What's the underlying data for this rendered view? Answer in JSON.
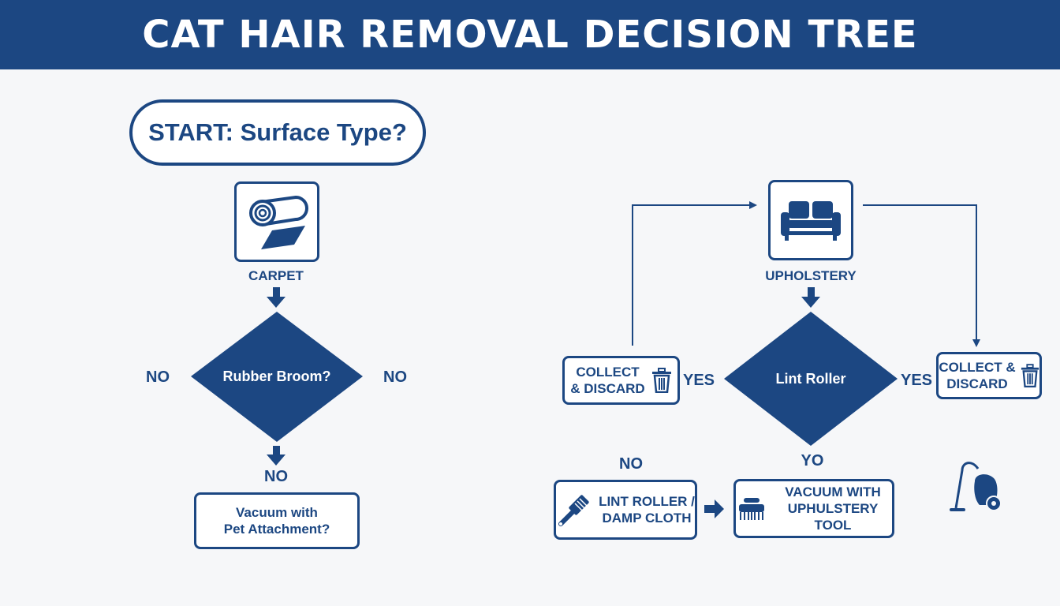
{
  "title": "CAT HAIR REMOVAL DECISION TREE",
  "colors": {
    "primary": "#1c4782",
    "background": "#f6f7f9",
    "header_text": "#ffffff"
  },
  "start": {
    "label": "START: Surface Type?"
  },
  "carpet": {
    "icon": "carpet-roll-icon",
    "label": "CARPET",
    "decision": "Rubber Broom?",
    "left_label": "NO",
    "right_label": "NO",
    "down_label": "NO",
    "result": "Vacuum with\nPet Attachment?"
  },
  "upholstery": {
    "icon": "sofa-icon",
    "label": "UPHOLSTERY",
    "decision": "Lint Roller",
    "left_yes": "YES",
    "right_yes": "YES",
    "left_result": "COLLECT\n& DISCARD",
    "right_result": "COLLECT &\nDISCARD",
    "no_label": "NO",
    "yo_label": "YO",
    "lint_box": "LINT ROLLER /\nDAMP CLOTH",
    "vacuum_box": "VACUUM WITH\nUPHULSTERY TOOL",
    "vacuum_icon": "vacuum-cleaner-icon"
  }
}
